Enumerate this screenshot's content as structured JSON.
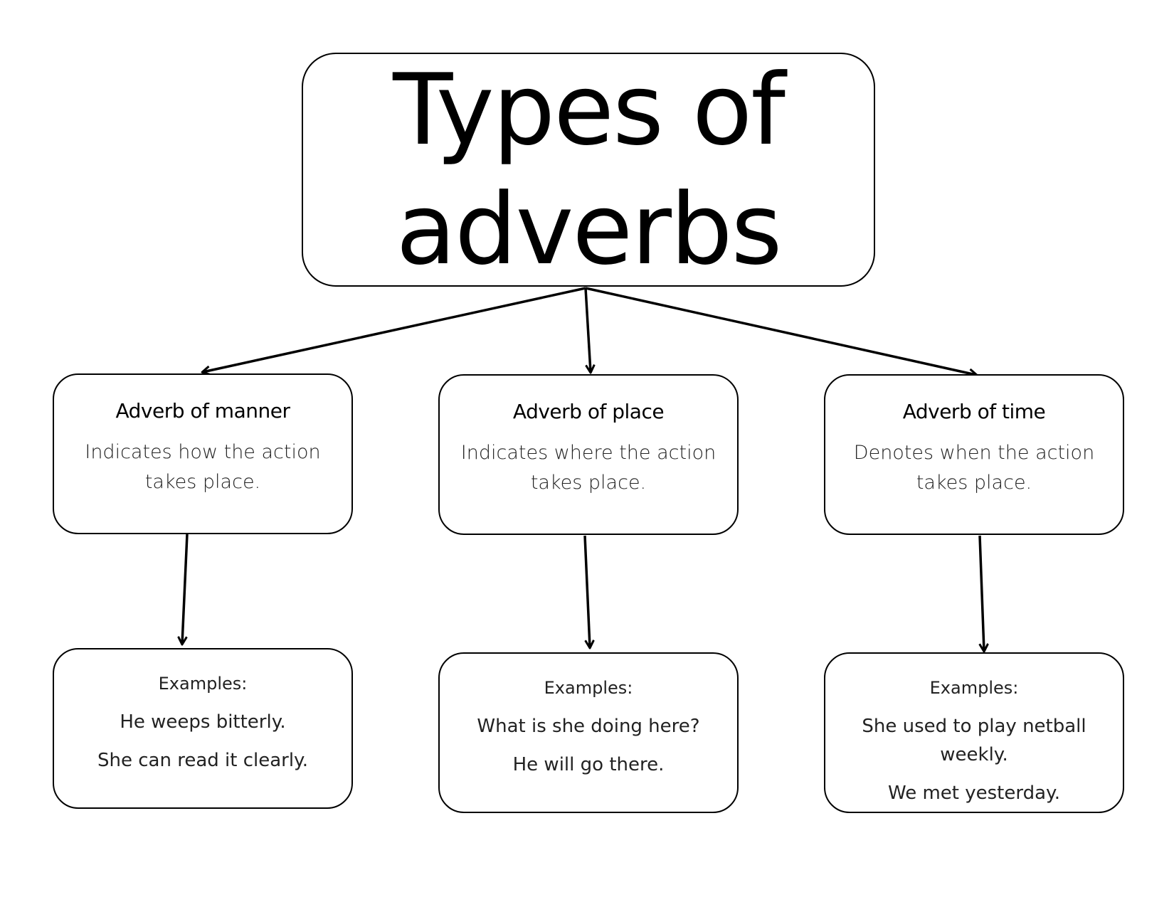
{
  "title": {
    "line1": "Types of",
    "line2": "adverbs"
  },
  "categories": [
    {
      "heading": "Adverb of manner",
      "description": "Indicates how the action takes place.",
      "examples_label": "Examples:",
      "examples": [
        "He weeps bitterly.",
        "She can read it clearly."
      ]
    },
    {
      "heading": "Adverb of place",
      "description": "Indicates where the action takes place.",
      "examples_label": "Examples:",
      "examples": [
        "What is she doing here?",
        "He will go there."
      ]
    },
    {
      "heading": "Adverb of time",
      "description": "Denotes when the action takes place.",
      "examples_label": "Examples:",
      "examples": [
        "She used to play netball weekly.",
        "We met yesterday."
      ]
    }
  ],
  "colors": {
    "stroke": "#000000",
    "background": "#ffffff"
  }
}
